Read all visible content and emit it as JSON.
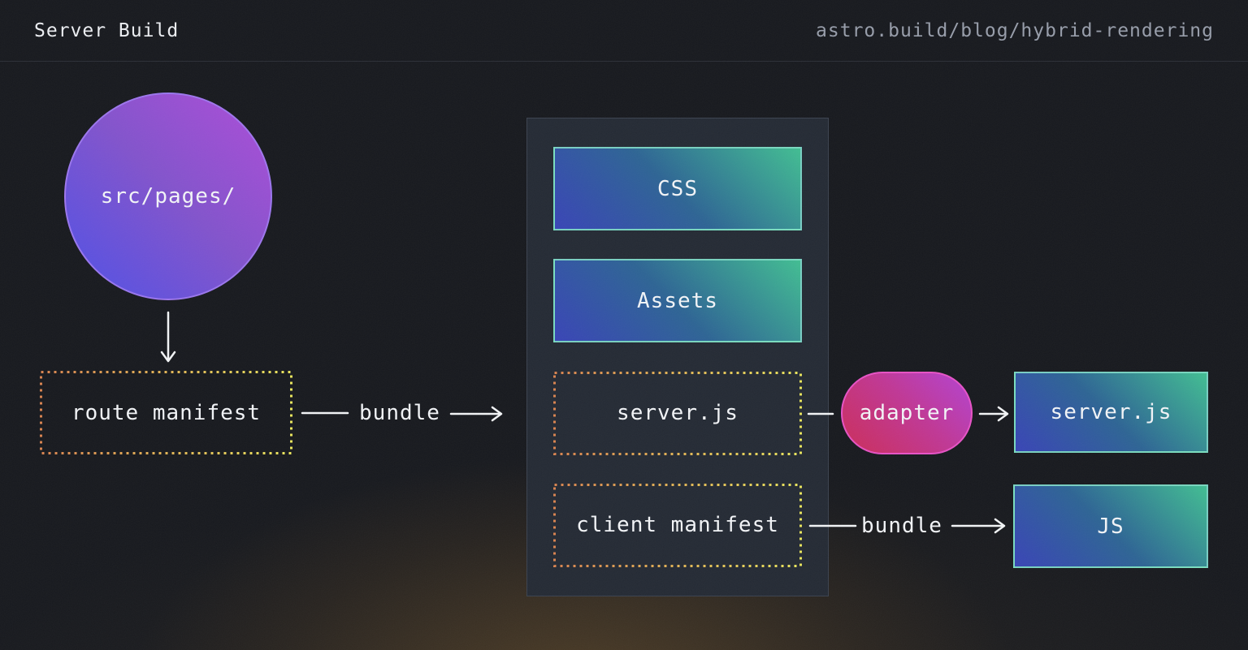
{
  "header": {
    "title": "Server Build",
    "url": "astro.build/blog/hybrid-rendering"
  },
  "nodes": {
    "src_pages": {
      "label": "src/pages/"
    },
    "route_manifest": {
      "label": "route manifest"
    },
    "css": {
      "label": "CSS"
    },
    "assets": {
      "label": "Assets"
    },
    "server_js": {
      "label": "server.js"
    },
    "client_manifest": {
      "label": "client manifest"
    },
    "adapter": {
      "label": "adapter"
    },
    "server_js_output": {
      "label": "server.js"
    },
    "js_output": {
      "label": "JS"
    }
  },
  "edges": {
    "bundle_route": {
      "label": "bundle"
    },
    "bundle_client": {
      "label": "bundle"
    }
  },
  "colors": {
    "background": "#17191e",
    "container_background": "#242a34",
    "box_gradient_blue": "#3844b6",
    "box_gradient_teal": "#41bd92",
    "box_border_mint": "#85e5c7",
    "circle_gradient_blue": "#4e50e6",
    "circle_gradient_purple": "#ad4cd8",
    "pill_gradient_crimson": "#cb2d59",
    "pill_gradient_magenta": "#b343d2",
    "pill_border_pink": "#e954c8",
    "dotted_border_orange": "#d9834f",
    "dotted_border_yellow": "#e9e55c",
    "arrow_white": "#f2f4f6",
    "url_gray": "#979daa"
  }
}
